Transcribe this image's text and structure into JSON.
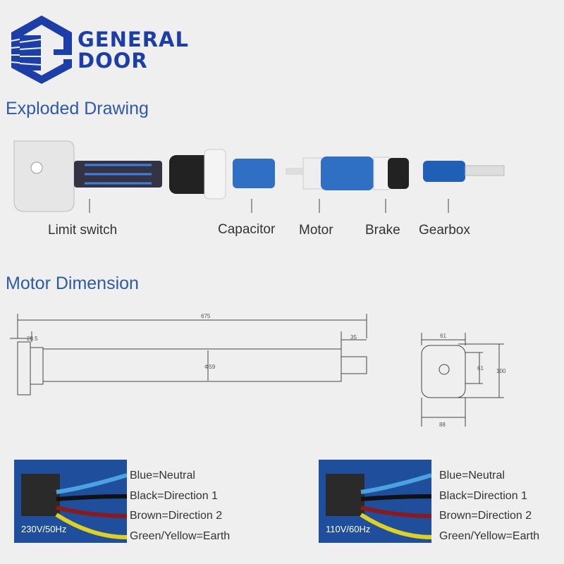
{
  "logo": {
    "line1": "GENERAL",
    "line2": "DOOR",
    "color": "#1b3ea8"
  },
  "exploded": {
    "title": "Exploded Drawing",
    "parts": [
      "Limit switch",
      "Capacitor",
      "Motor",
      "Brake",
      "Gearbox"
    ]
  },
  "dimension": {
    "title": "Motor Dimension",
    "length": "675",
    "head": "28.5",
    "end": "35",
    "diameter": "Φ59",
    "width_top": "61",
    "inner_height": "61",
    "height": "100",
    "width_bottom": "88"
  },
  "wiring": [
    {
      "voltage": "230V/50Hz",
      "labels": [
        "Blue=Neutral",
        "Black=Direction 1",
        "Brown=Direction 2",
        "Green/Yellow=Earth"
      ]
    },
    {
      "voltage": "110V/60Hz",
      "labels": [
        "Blue=Neutral",
        "Black=Direction 1",
        "Brown=Direction 2",
        "Green/Yellow=Earth"
      ]
    }
  ],
  "colors": {
    "accent": "#2d5aa6",
    "motor_blue": "#2f6fc4"
  }
}
